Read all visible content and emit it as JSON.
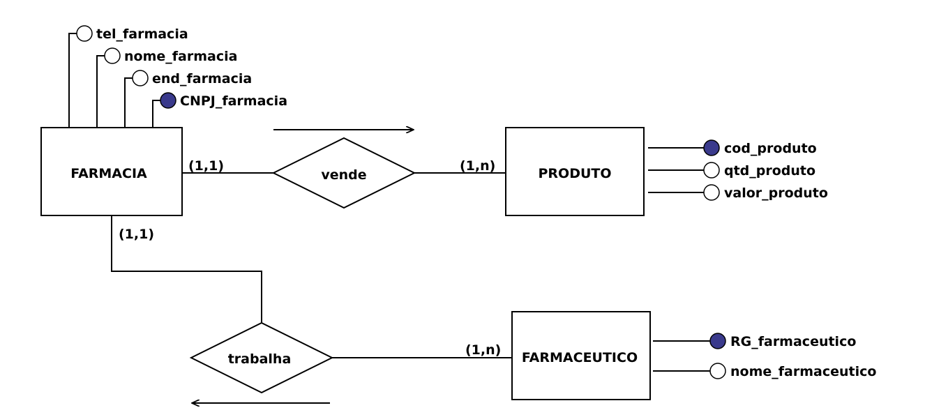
{
  "colors": {
    "key_attribute": "#3a3a8c",
    "line": "#000000",
    "background": "#ffffff"
  },
  "entities": {
    "farmacia": "FARMACIA",
    "produto": "PRODUTO",
    "farmaceutico": "FARMACEUTICO"
  },
  "relationships": {
    "vende": "vende",
    "trabalha": "trabalha"
  },
  "cardinalities": {
    "farmacia_vende": "(1,1)",
    "produto_vende": "(1,n)",
    "farmacia_trabalha": "(1,1)",
    "farmaceutico_trabalha": "(1,n)"
  },
  "attributes": {
    "farmacia": [
      {
        "name": "tel_farmacia",
        "key": false
      },
      {
        "name": "nome_farmacia",
        "key": false
      },
      {
        "name": "end_farmacia",
        "key": false
      },
      {
        "name": "CNPJ_farmacia",
        "key": true
      }
    ],
    "produto": [
      {
        "name": "cod_produto",
        "key": true
      },
      {
        "name": "qtd_produto",
        "key": false
      },
      {
        "name": "valor_produto",
        "key": false
      }
    ],
    "farmaceutico": [
      {
        "name": "RG_farmaceutico",
        "key": true
      },
      {
        "name": "nome_farmaceutico",
        "key": false
      }
    ]
  }
}
